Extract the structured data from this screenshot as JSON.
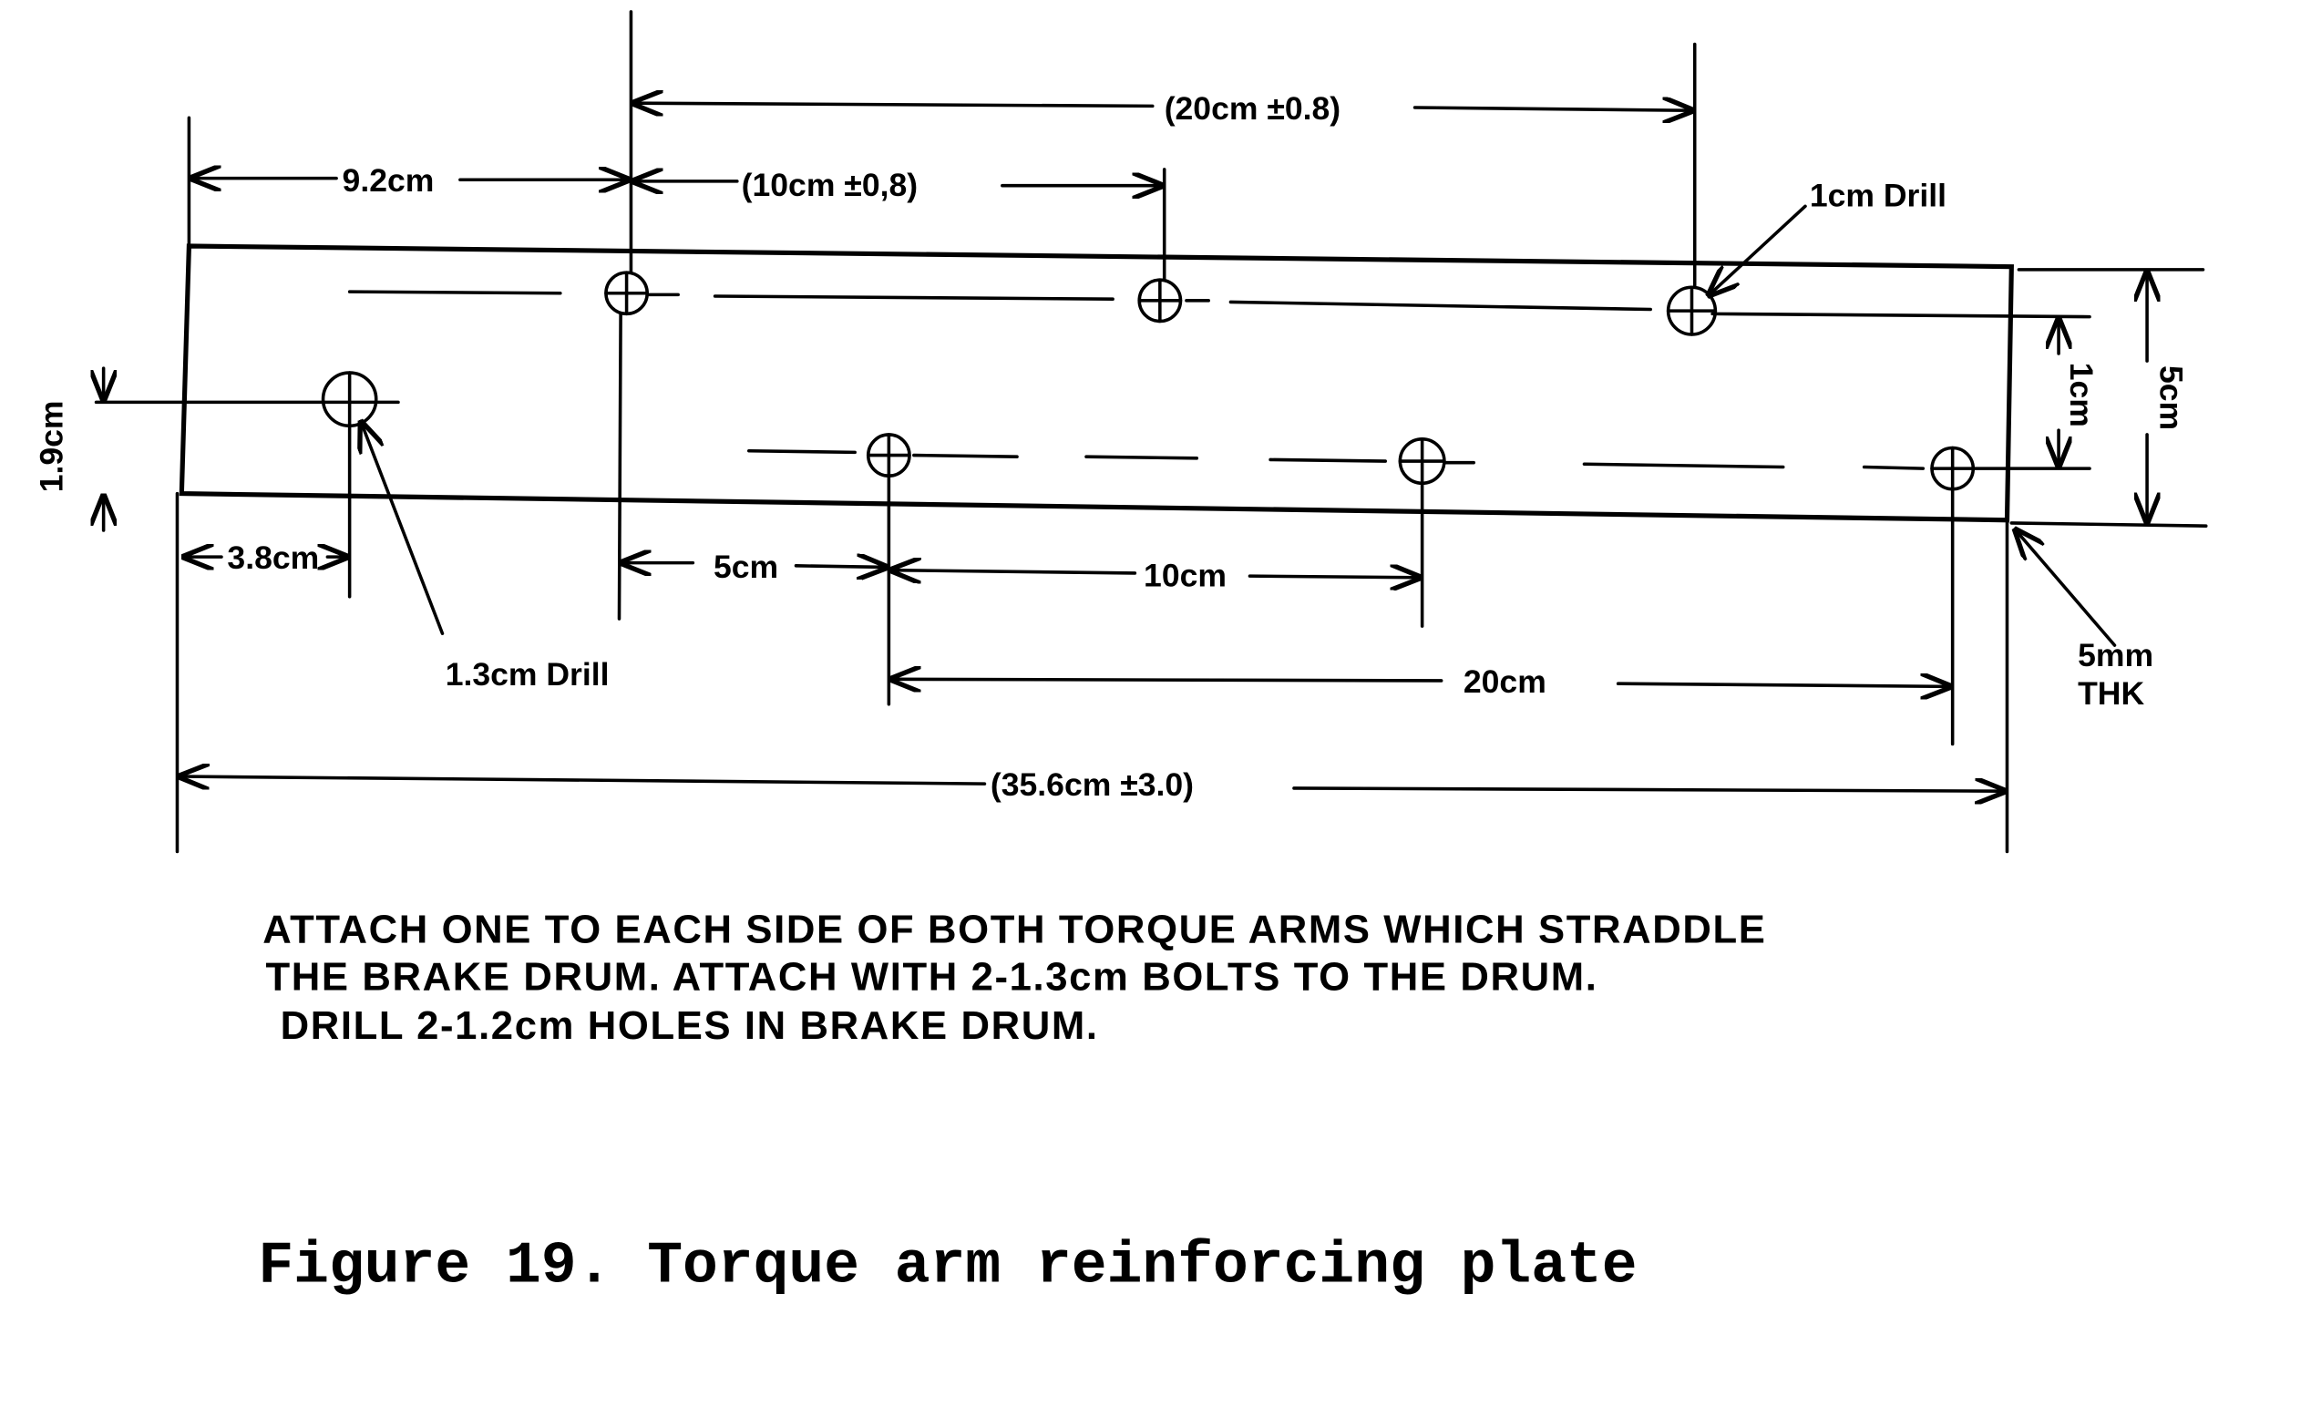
{
  "drawing": {
    "dimensions": {
      "top_span": "(20cm ±0.8)",
      "left_offset": "9.2cm",
      "hole_spacing_top": "(10cm ±0,8)",
      "small_drill": "1cm Drill",
      "row_spacing": "1cm",
      "plate_width": "5cm",
      "left_hole_height": "1.9cm",
      "left_hole_offset": "3.8cm",
      "lower_offset": "5cm",
      "lower_spacing": "10cm",
      "large_drill": "1.3cm Drill",
      "lower_span": "20cm",
      "thickness_1": "5mm",
      "thickness_2": "THK",
      "overall_length": "(35.6cm ±3.0)"
    },
    "notes": [
      "ATTACH ONE TO EACH SIDE OF BOTH TORQUE ARMS WHICH STRADDLE",
      "THE BRAKE DRUM. ATTACH WITH 2-1.3cm BOLTS TO THE DRUM.",
      "DRILL 2-1.2cm HOLES IN BRAKE DRUM."
    ]
  },
  "caption": "Figure 19. Torque arm reinforcing plate"
}
